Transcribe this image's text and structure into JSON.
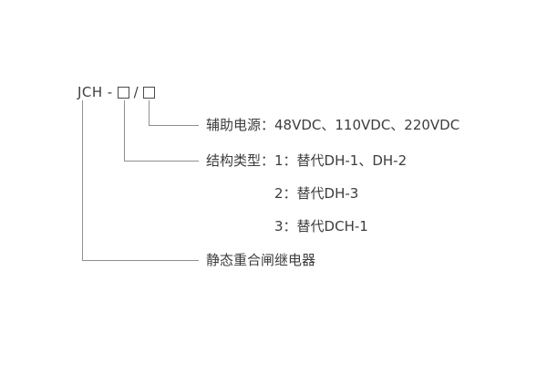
{
  "diagram": {
    "model_code": {
      "prefix": "JCH",
      "dash": "-",
      "slash": "/"
    },
    "callouts": {
      "aux_power": "辅助电源：48VDC、110VDC、220VDC",
      "structure_type": {
        "label": "结构类型：",
        "options": [
          "1：替代DH-1、DH-2",
          "2：替代DH-3",
          "3：替代DCH-1"
        ]
      },
      "relay_name": "静态重合闸继电器"
    },
    "colors": {
      "text": "#3d3d3d",
      "line": "#8f8f8f",
      "box_border": "#4a4a4a"
    }
  }
}
